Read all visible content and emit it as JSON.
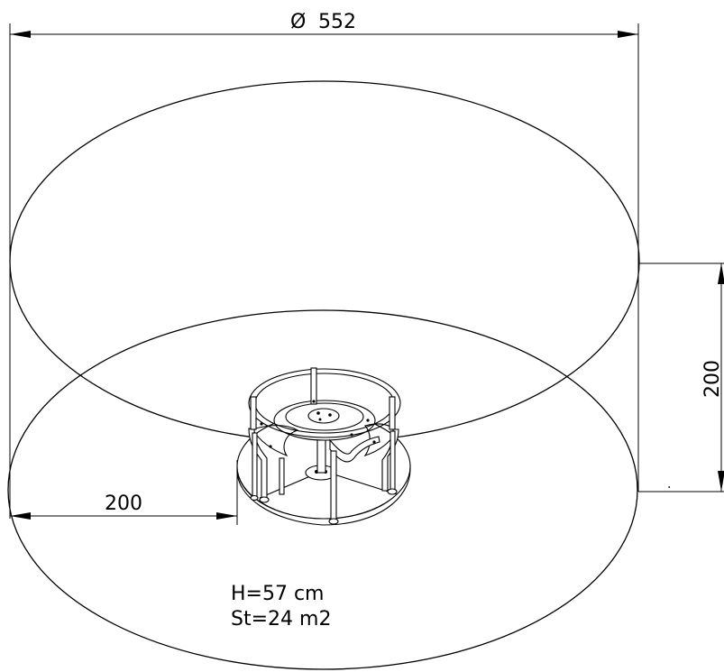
{
  "dimensions": {
    "diameter_symbol": "Ø",
    "diameter_value": "552",
    "height_range": "200",
    "left_range": "200"
  },
  "notes": {
    "height": "H=57 cm",
    "area": "St=24 m2"
  },
  "small_mark": "."
}
